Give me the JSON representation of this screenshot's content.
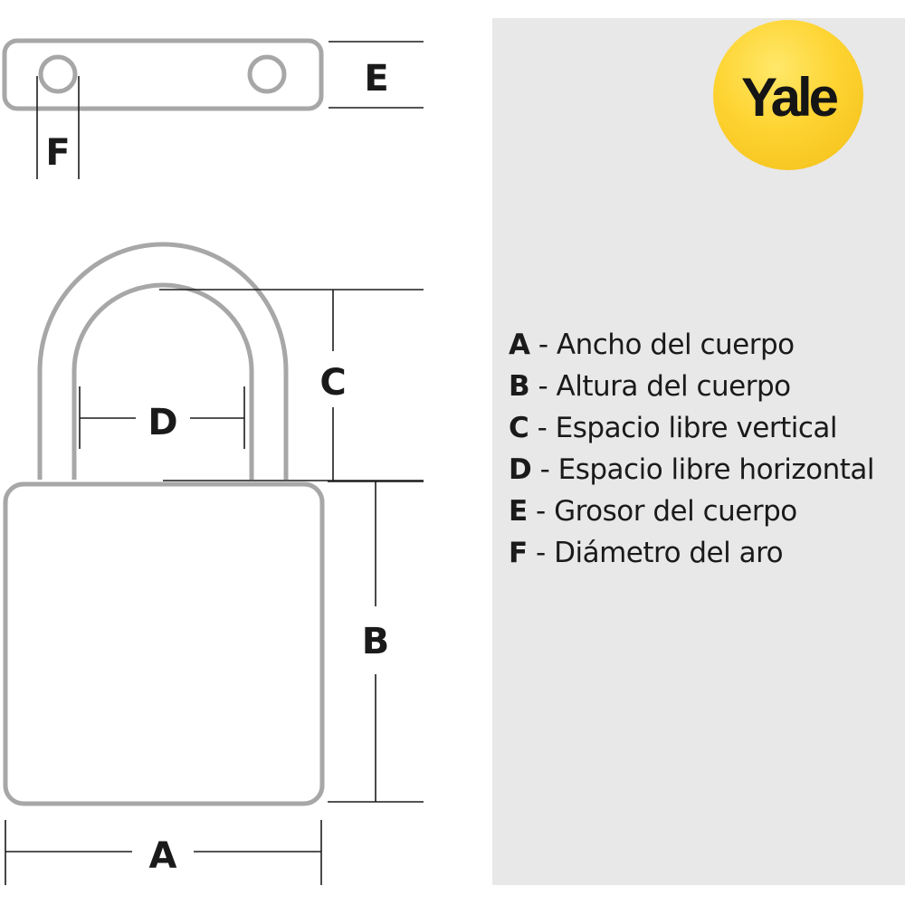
{
  "brand": {
    "logo_text": "Yale",
    "logo_color": "#fed432"
  },
  "dimension_labels": {
    "a": "A",
    "b": "B",
    "c": "C",
    "d": "D",
    "e": "E",
    "f": "F"
  },
  "legend": [
    {
      "letter": "A",
      "separator": " - ",
      "text": "Ancho del cuerpo"
    },
    {
      "letter": "B",
      "separator": " - ",
      "text": "Altura del cuerpo"
    },
    {
      "letter": "C",
      "separator": " - ",
      "text": "Espacio libre vertical"
    },
    {
      "letter": "D",
      "separator": " - ",
      "text": "Espacio libre horizontal"
    },
    {
      "letter": "E",
      "separator": " - ",
      "text": "Grosor del cuerpo"
    },
    {
      "letter": "F",
      "separator": " - ",
      "text": "Diámetro del aro"
    }
  ],
  "colors": {
    "outline": "#a7a7a7",
    "panel_background": "#e8e8e8",
    "text": "#1a1a1a"
  }
}
